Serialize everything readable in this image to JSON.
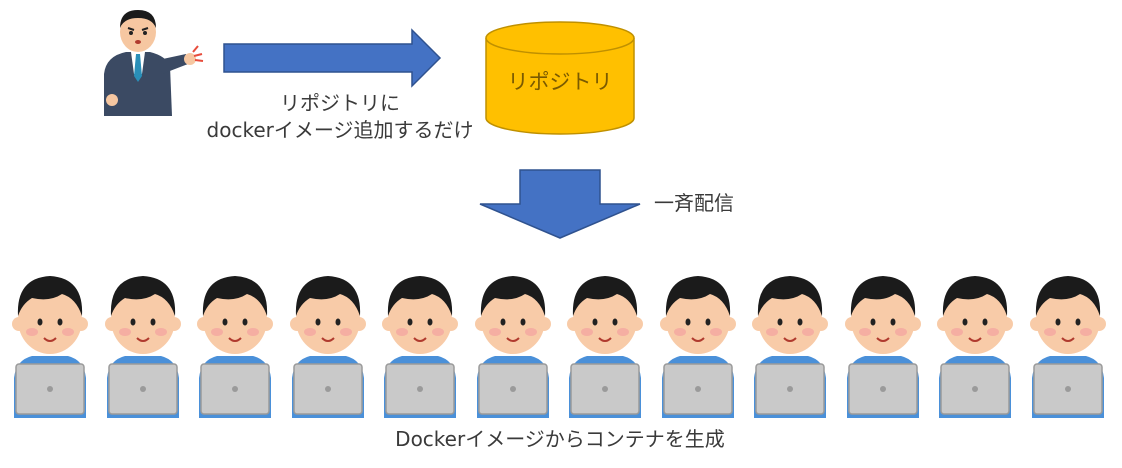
{
  "repository": {
    "label": "リポジトリ",
    "fill_color": "#FFC000",
    "stroke_color": "#BF9000"
  },
  "push_arrow": {
    "caption_line1": "リポジトリに",
    "caption_line2": "dockerイメージ追加するだけ",
    "color": "#4472C4"
  },
  "distribute_arrow": {
    "caption": "一斉配信",
    "color": "#4472C4"
  },
  "admin": {
    "icon": "pointing-businessman-icon"
  },
  "users": {
    "count": 12,
    "icon": "user-with-laptop-icon",
    "caption": "Dockerイメージからコンテナを生成"
  }
}
